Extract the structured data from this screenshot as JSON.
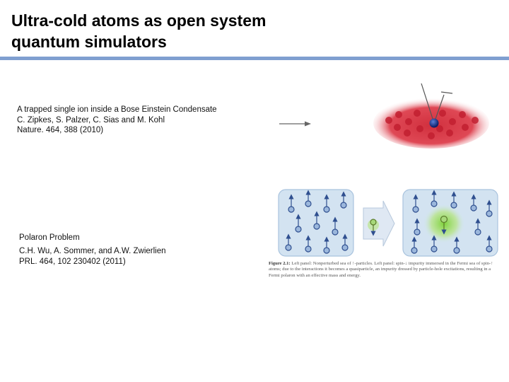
{
  "slide": {
    "title_line1": "Ultra-cold atoms as open system",
    "title_line2": "quantum simulators",
    "accent_color": "#7f9fd0"
  },
  "reference1": {
    "line1": "A trapped single ion inside a Bose Einstein Condensate",
    "line2": "C. Zipkes, S. Palzer, C. Sias and M. Kohl",
    "line3": "Nature. 464, 388 (2010)"
  },
  "reference2": {
    "heading": "Polaron Problem",
    "line1": "C.H. Wu, A. Sommer, and A.W. Zwierlien",
    "line2": "PRL. 464, 102 230402 (2011)"
  },
  "figure_caption": {
    "label": "Figure 2.1:",
    "text": "Left panel: Nonperturbed sea of ↑-particles. Left panel: spin-↓ impurity immersed in the Fermi sea of spin-↑ atoms; due to the interactions it becomes a quasiparticle, an impurity dressed by particle-hole excitations, resulting in a Fermi polaron with an effective mass and energy."
  },
  "icons": {
    "arrow": "right-arrow-icon",
    "ion_figure": "trapped-ion-bec-figure",
    "polaron_figure": "fermi-polaron-figure"
  }
}
